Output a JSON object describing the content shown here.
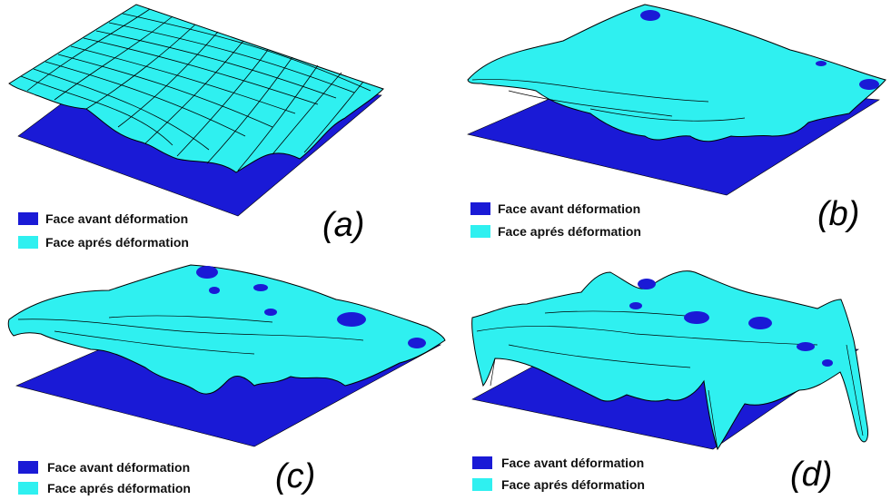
{
  "colors": {
    "before": "#1a1ad6",
    "after": "#2ff0f0",
    "outline": "#000000"
  },
  "legend": {
    "before_label": "Face avant déformation",
    "after_label": "Face aprés déformation"
  },
  "panels": [
    {
      "label": "(a)",
      "type": "mesh-gentle"
    },
    {
      "label": "(b)",
      "type": "smooth-low"
    },
    {
      "label": "(c)",
      "type": "smooth-medium"
    },
    {
      "label": "(d)",
      "type": "smooth-high"
    }
  ]
}
